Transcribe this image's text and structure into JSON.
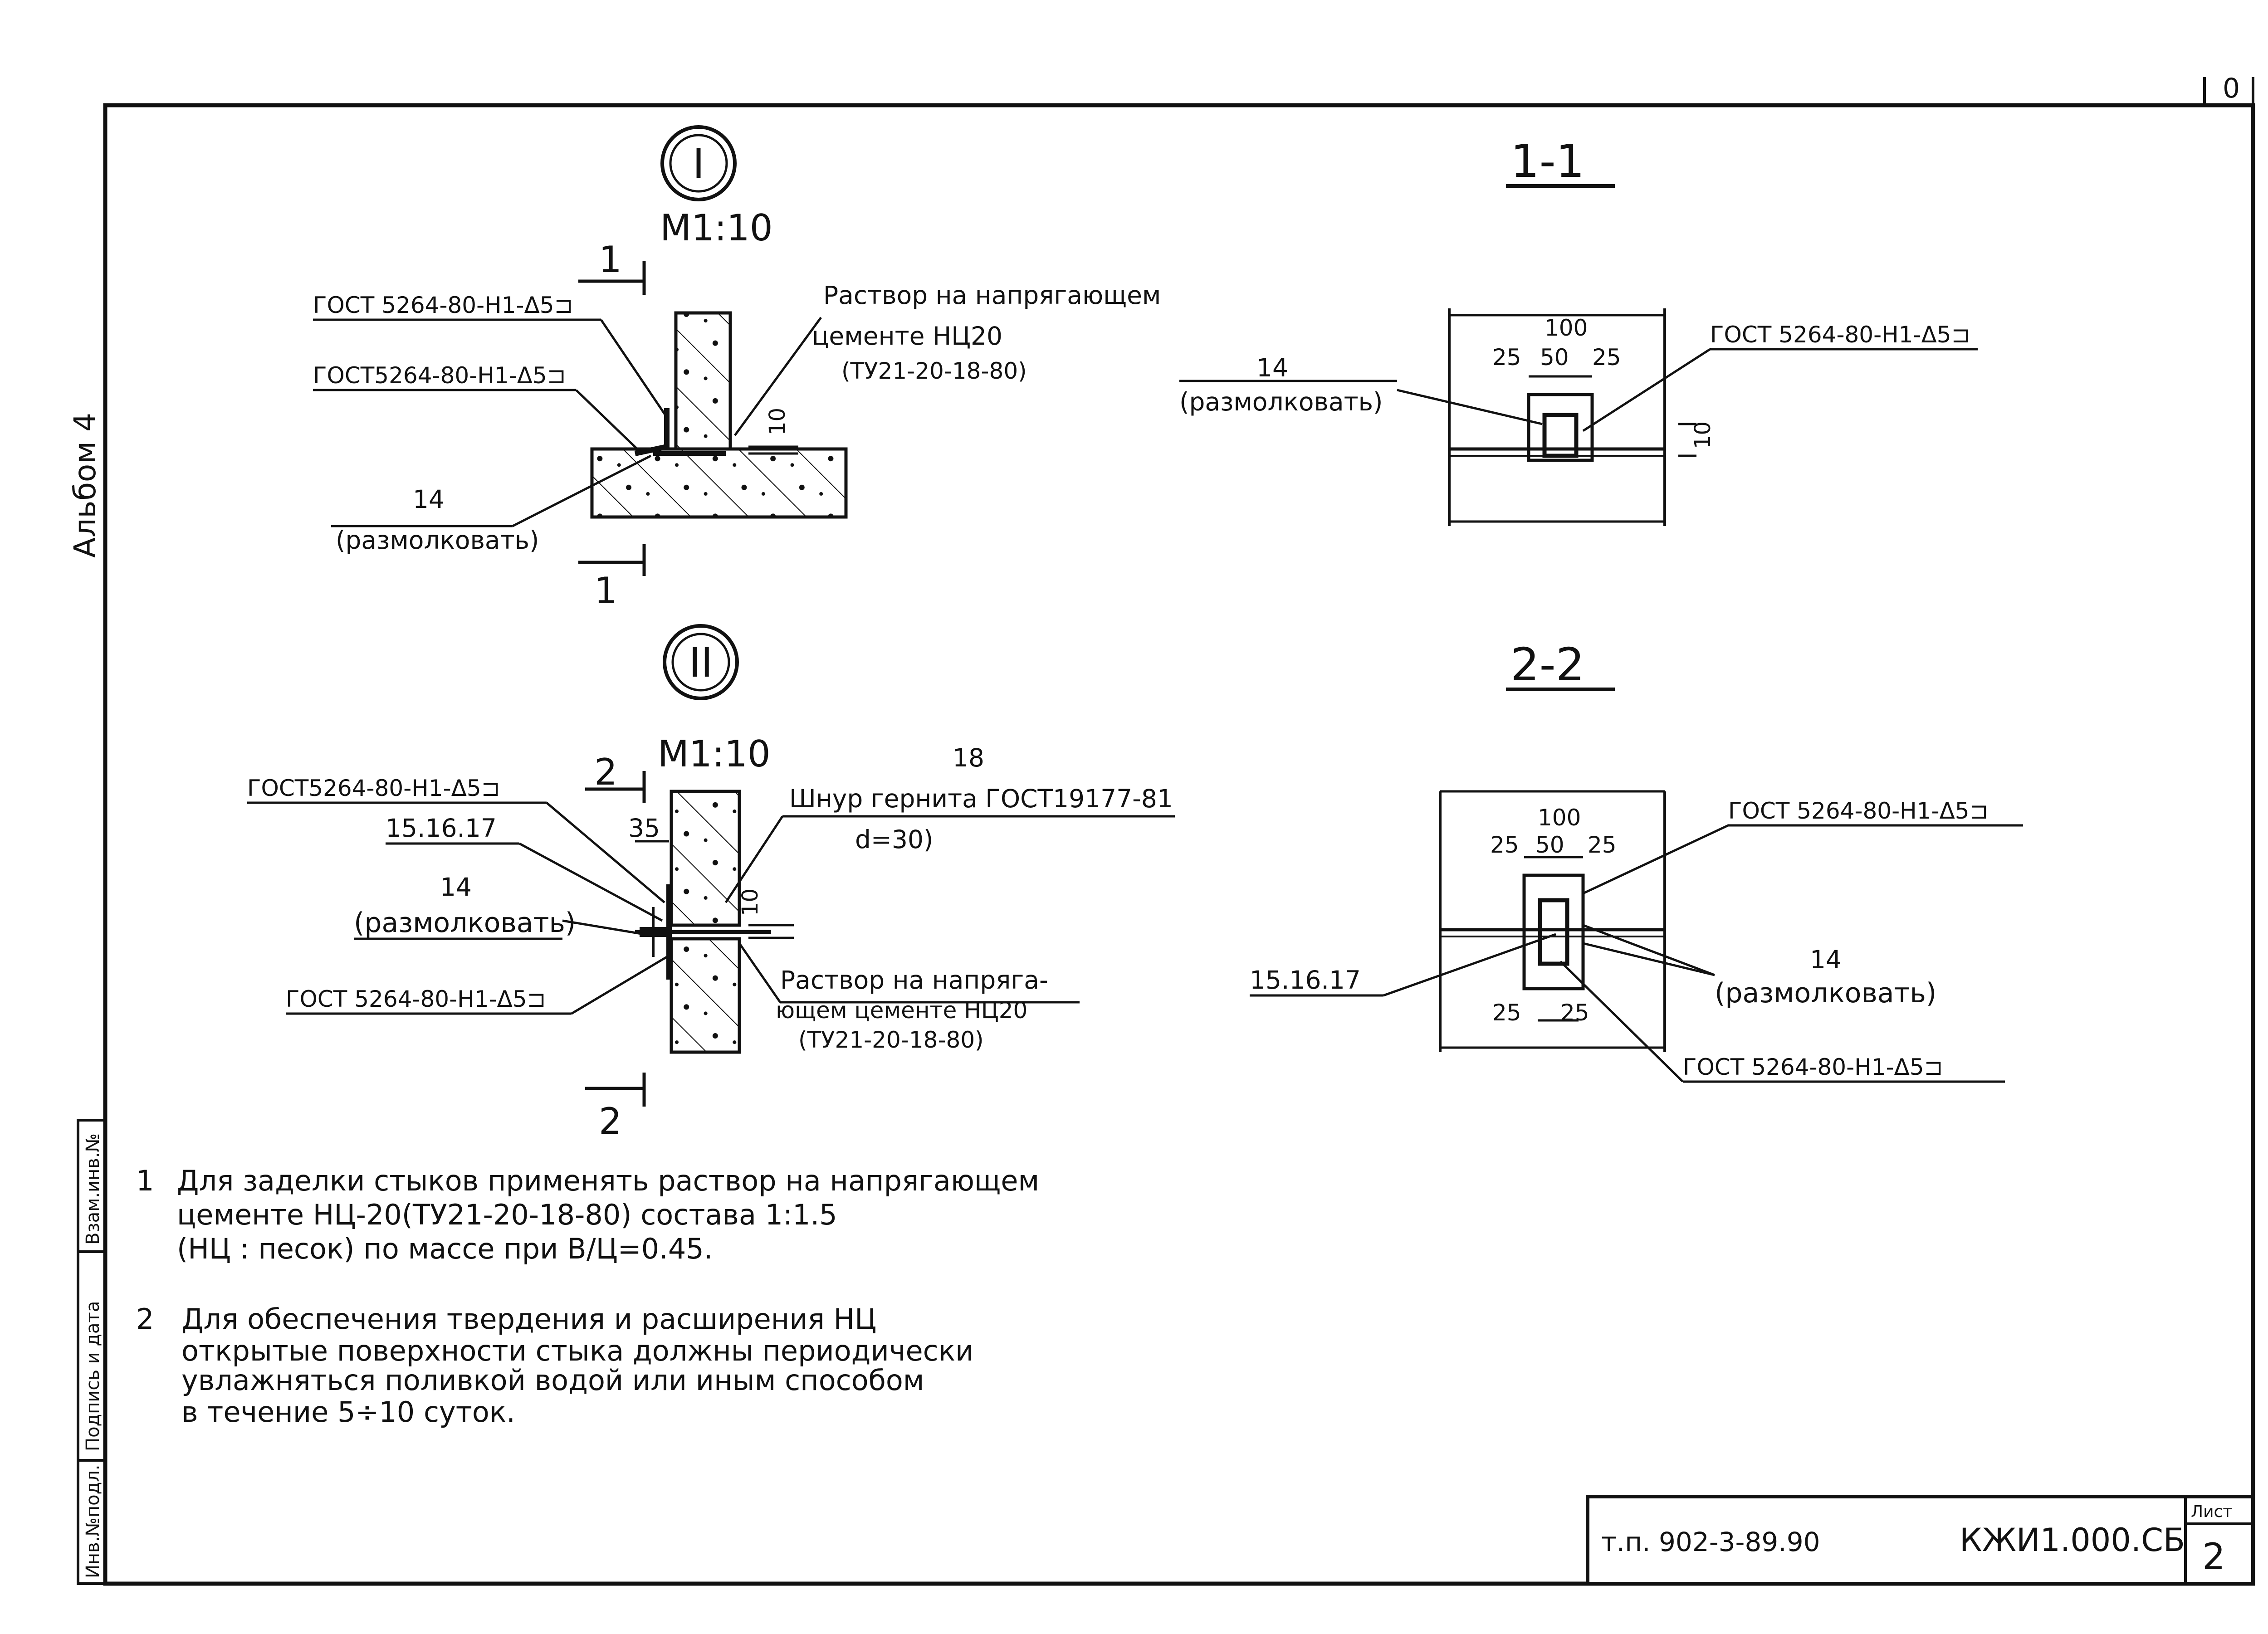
{
  "sheet": {
    "album": "Альбом 4",
    "side_stamp": [
      "Инв.№подл.",
      "Подпись и дата",
      "Взам.инв.№"
    ],
    "corner_mark": "0"
  },
  "node1": {
    "label": "I",
    "scale": "М1:10",
    "cut_top": "1",
    "cut_bottom": "1",
    "weld_top": "ГОСТ 5264-80-Н1-Δ5⊐",
    "weld_bottom": "ГОСТ5264-80-Н1-Δ5⊐",
    "mortar": [
      "Раствор на напрягающем",
      "цементе НЦ20",
      "(ТУ21-20-18-80)"
    ],
    "item_no": "14",
    "item_note": "(размолковать)",
    "dim": "10"
  },
  "node2": {
    "label": "II",
    "scale": "М1:10",
    "cut_top": "2",
    "cut_bottom": "2",
    "weld_top": "ГОСТ5264-80-Н1-Δ5⊐",
    "items": "15.16.17",
    "dim35": "35",
    "item_no": "14",
    "item_note": "(размолковать)",
    "weld_bottom": "ГОСТ 5264-80-Н1-Δ5⊐",
    "cord_no": "18",
    "cord": [
      "Шнур гернита ГОСТ19177-81",
      "d=30)"
    ],
    "mortar": [
      "Раствор на напряга-",
      "ющем цементе НЦ20",
      "(ТУ21-20-18-80)"
    ],
    "dim": "10"
  },
  "section11": {
    "title": "1-1",
    "width": "100",
    "d25a": "25",
    "d50": "50",
    "d25b": "25",
    "weld": "ГОСТ 5264-80-Н1-Δ5⊐",
    "item_no": "14",
    "item_note": "(размолковать)",
    "dim": "10"
  },
  "section22": {
    "title": "2-2",
    "width": "100",
    "d25a": "25",
    "d50": "50",
    "d25b": "25",
    "weld_top": "ГОСТ 5264-80-Н1-Δ5⊐",
    "items": "15.16.17",
    "item_no": "14",
    "item_note": "(размолковать)",
    "b25a": "25",
    "b25b": "25",
    "weld_bottom": "ГОСТ 5264-80-Н1-Δ5⊐"
  },
  "notes": [
    {
      "num": "1",
      "lines": [
        "Для заделки стыков применять раствор на напрягающем",
        "цементе НЦ-20(ТУ21-20-18-80) состава 1:1.5",
        "(НЦ : песок) по массе при В/Ц=0.45."
      ]
    },
    {
      "num": "2",
      "lines": [
        "Для обеспечения твердения и расширения НЦ",
        "открытые поверхности стыка должны периодически",
        "увлажняться поливкой водой или иным способом",
        "в течение 5÷10 суток."
      ]
    }
  ],
  "title_block": {
    "project": "т.п. 902-3-89.90",
    "code": "КЖИ1.000.СБ",
    "sheet_label": "Лист",
    "sheet_no": "2"
  }
}
